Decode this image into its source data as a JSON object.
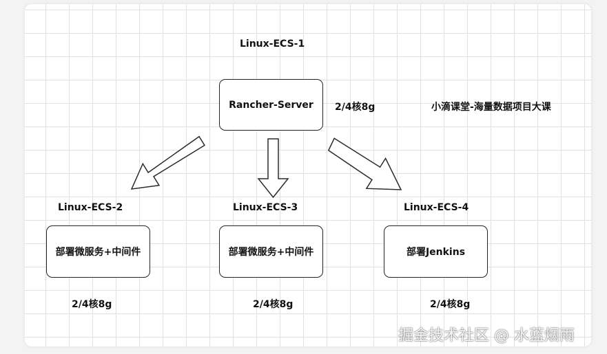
{
  "diagram": {
    "top_node": {
      "host_label": "Linux-ECS-1",
      "box_label": "Rancher-Server",
      "spec": "2/4核8g"
    },
    "course_title": "小滴课堂-海量数据项目大课",
    "nodes": [
      {
        "host_label": "Linux-ECS-2",
        "box_label": "部署微服务+中间件",
        "spec": "2/4核8g"
      },
      {
        "host_label": "Linux-ECS-3",
        "box_label": "部署微服务+中间件",
        "spec": "2/4核8g"
      },
      {
        "host_label": "Linux-ECS-4",
        "box_label": "部署Jenkins",
        "spec": "2/4核8g"
      }
    ]
  },
  "watermark": "掘金技术社区 @ 水蓝烟雨"
}
